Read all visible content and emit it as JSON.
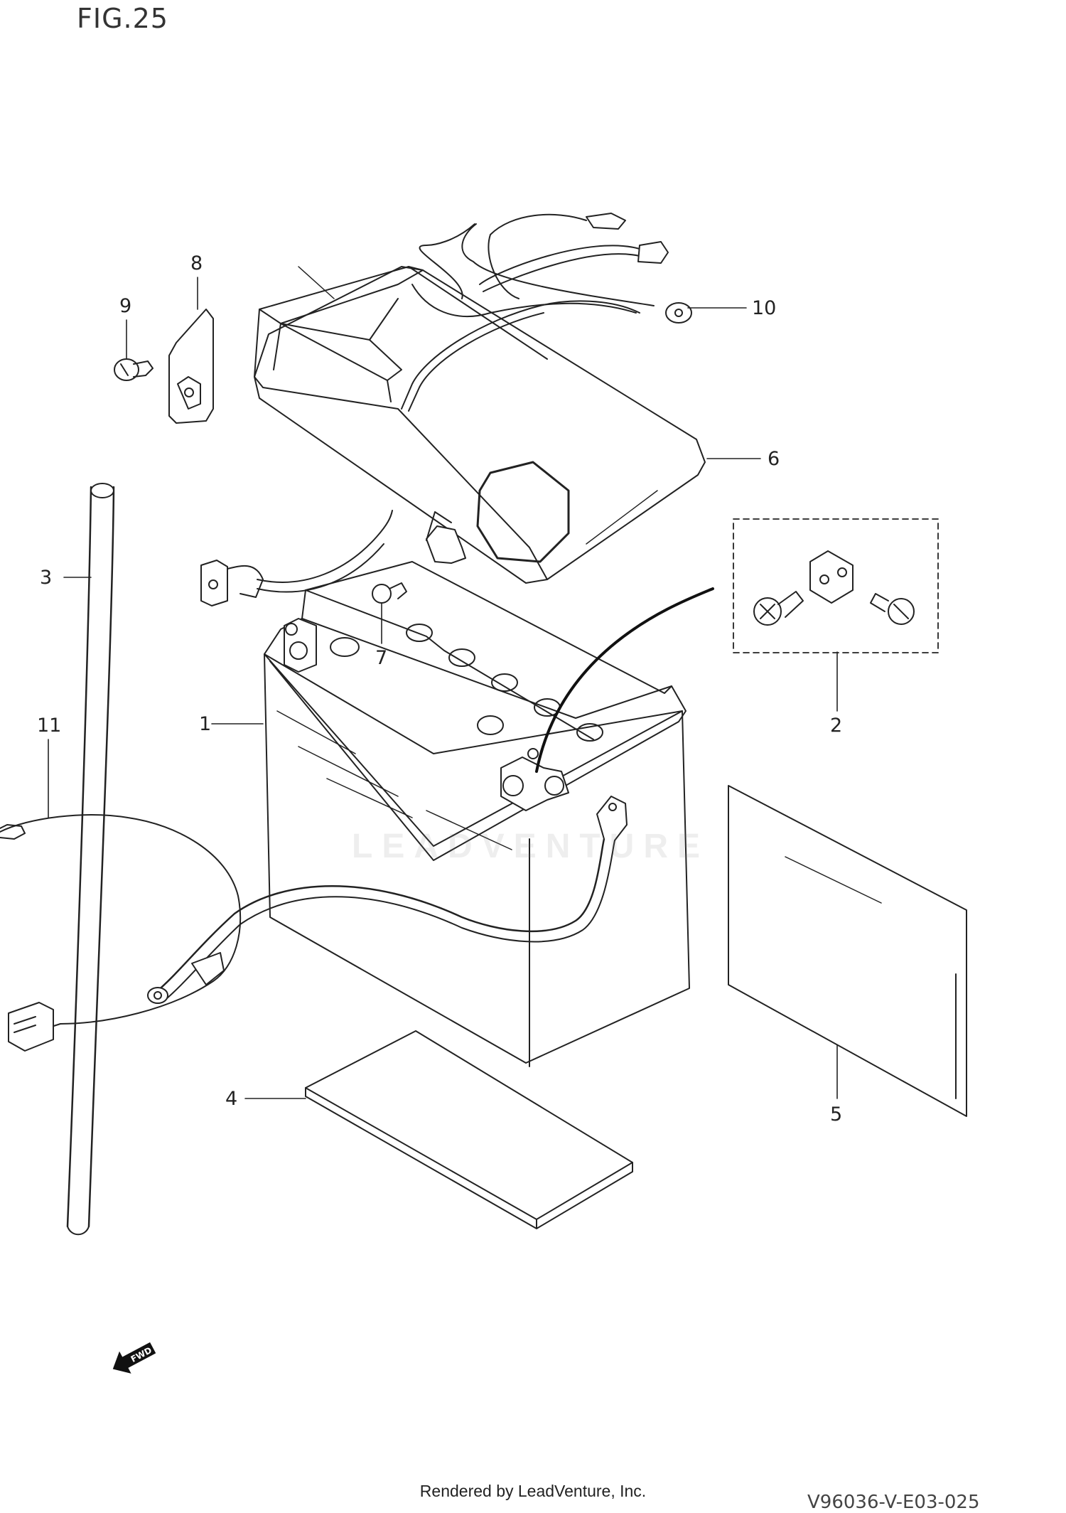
{
  "figure": {
    "title": "FIG.25"
  },
  "callouts": [
    {
      "id": "c1",
      "label": "1"
    },
    {
      "id": "c2",
      "label": "2"
    },
    {
      "id": "c3",
      "label": "3"
    },
    {
      "id": "c4",
      "label": "4"
    },
    {
      "id": "c5",
      "label": "5"
    },
    {
      "id": "c6",
      "label": "6"
    },
    {
      "id": "c7",
      "label": "7"
    },
    {
      "id": "c8",
      "label": "8"
    },
    {
      "id": "c9",
      "label": "9"
    },
    {
      "id": "c10",
      "label": "10"
    },
    {
      "id": "c11",
      "label": "11"
    }
  ],
  "watermark": "LEADVENTURE",
  "fwd_label": "FWD",
  "footer": "Rendered by LeadVenture, Inc.",
  "diagram_code": "V96036-V-E03-025",
  "colors": {
    "line": "#222222",
    "cable": "#111111"
  }
}
